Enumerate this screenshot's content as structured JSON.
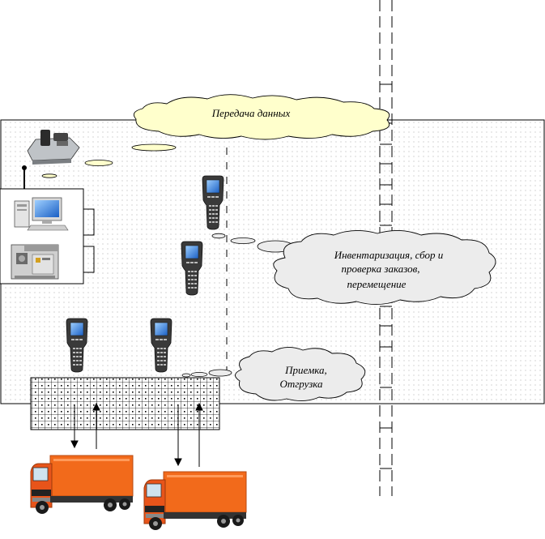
{
  "labels": {
    "data_transfer": "Передача данных",
    "inventory_line1": "Инвентаризация, сбор и",
    "inventory_line2": "проверка заказов,",
    "inventory_line3": "перемещение",
    "receiving_line1": "Приемка,",
    "receiving_line2": "Отгрузка"
  },
  "icons": {
    "cradle": "docking-cradle-icon",
    "pc": "desktop-computer-icon",
    "printer": "label-printer-icon",
    "terminal": "handheld-scanner-icon",
    "truck": "delivery-truck-icon"
  },
  "colors": {
    "cloud_fill": "#ffffcc",
    "cloud_fill_alt": "#ececec",
    "truck_body": "#f26a1b",
    "truck_cab": "#e8541a"
  }
}
